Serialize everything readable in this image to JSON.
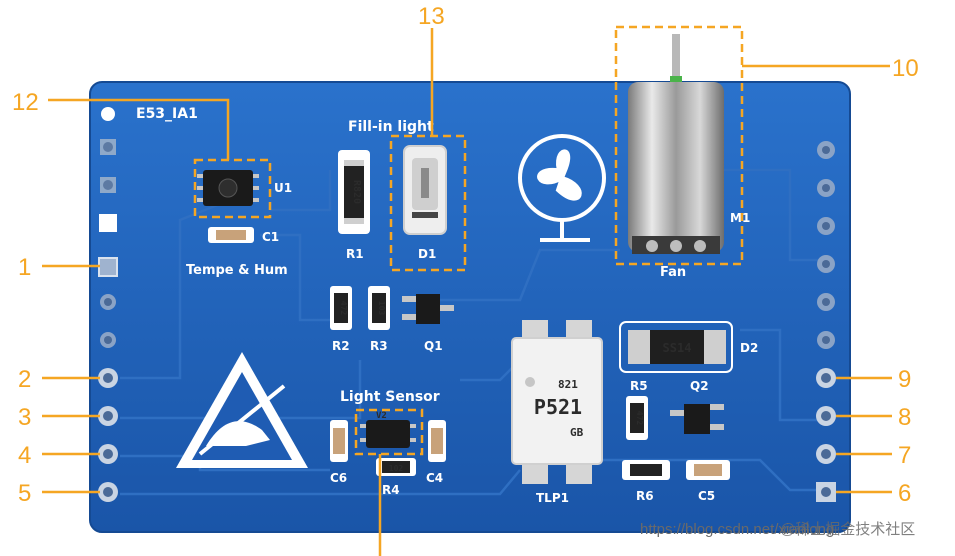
{
  "board": {
    "name": "E53_IA1",
    "labels": {
      "fill_in_light": "Fill-in light",
      "tempe_hum": "Tempe & Hum",
      "light_sensor": "Light Sensor",
      "fan": "Fan",
      "u1": "U1",
      "c1": "C1",
      "r1": "R1",
      "d1": "D1",
      "r2": "R2",
      "r3": "R3",
      "q1": "Q1",
      "d2": "D2",
      "r5": "R5",
      "q2": "Q2",
      "c6": "C6",
      "r4": "R4",
      "c4": "C4",
      "tlp1": "TLP1",
      "r6": "R6",
      "c5": "C5",
      "m1": "M1"
    },
    "chip_marks": {
      "r1": "R820",
      "d2": "SS14",
      "tlp": "P521",
      "tlp_top": "821",
      "tlp_bottom": "GB",
      "r2": "472",
      "r3": "103",
      "r5": "472",
      "r4": "102",
      "sensor": "V2"
    }
  },
  "callouts": [
    "1",
    "2",
    "3",
    "4",
    "5",
    "6",
    "7",
    "8",
    "9",
    "10",
    "12",
    "13"
  ],
  "watermark": "https://blog.csdn.net/xiaolong",
  "watermark_cn": "@稀土掘金技术社区",
  "colors": {
    "board": "#1d5fb8",
    "callout": "#f5a623",
    "silkscreen": "#ffffff"
  }
}
